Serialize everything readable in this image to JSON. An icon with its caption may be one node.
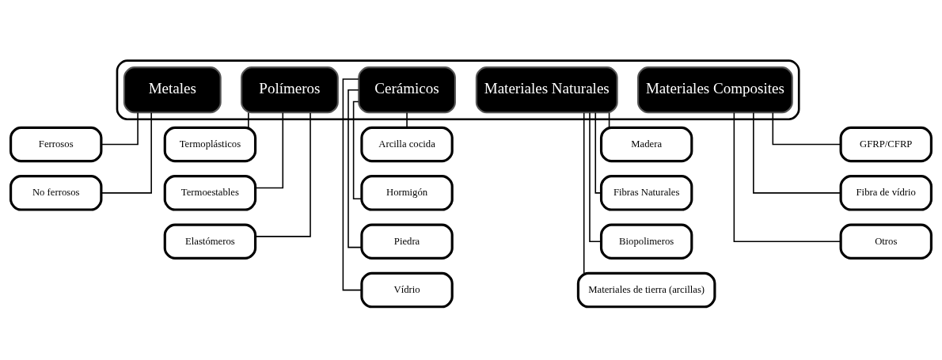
{
  "diagram": {
    "nodes": [
      {
        "text": [],
        "shape": "box"
      },
      {
        "text": [
          "Metales"
        ],
        "in": 0
      },
      {
        "text": [
          "Polímeros"
        ],
        "in": 0
      },
      {
        "text": [
          "Cerámicos"
        ],
        "in": 0
      },
      {
        "text": [
          "Materiales Naturales"
        ],
        "in": 0
      },
      {
        "text": [
          "Materiales Composites"
        ],
        "in": 0
      },
      {
        "text": [
          "Ferrosos"
        ]
      },
      {
        "text": [
          "No ferrosos"
        ]
      },
      {
        "text": [
          "Termoplásticos"
        ]
      },
      {
        "text": [
          "Termoestables"
        ]
      },
      {
        "text": [
          "Elastómeros"
        ]
      },
      {
        "text": [
          "Arcilla cocida"
        ]
      },
      {
        "text": [
          "Hormigón"
        ]
      },
      {
        "text": [
          "Piedra"
        ]
      },
      {
        "text": [
          "Vídrio"
        ]
      },
      {
        "text": [
          "Madera"
        ]
      },
      {
        "text": [
          "Fibras Naturales"
        ]
      },
      {
        "text": [
          "Biopolimeros"
        ]
      },
      {
        "text": [
          "Materiales de tierra (arcillas)"
        ]
      },
      {
        "text": [
          "GFRP/CFRP"
        ]
      },
      {
        "text": [
          "Fibra de vídrio"
        ]
      },
      {
        "text": [
          "Otros"
        ]
      }
    ],
    "edges": [
      {
        "from": 1,
        "to": 6,
        "arrow": "none"
      },
      {
        "from": 1,
        "to": 7,
        "arrow": "none"
      },
      {
        "from": 2,
        "to": 8,
        "arrow": "none"
      },
      {
        "from": 2,
        "to": 9,
        "arrow": "none"
      },
      {
        "from": 2,
        "to": 10,
        "arrow": "none"
      },
      {
        "from": 3,
        "to": 11,
        "arrow": "none"
      },
      {
        "from": 3,
        "to": 12,
        "arrow": "none"
      },
      {
        "from": 3,
        "to": 13,
        "arrow": "none"
      },
      {
        "from": 3,
        "to": 14,
        "arrow": "none"
      },
      {
        "from": 4,
        "to": 15,
        "arrow": "none"
      },
      {
        "from": 4,
        "to": 16,
        "arrow": "none"
      },
      {
        "from": 4,
        "to": 17,
        "arrow": "none"
      },
      {
        "from": 4,
        "to": 18,
        "arrow": "none"
      },
      {
        "from": 5,
        "to": 19,
        "arrow": "none"
      },
      {
        "from": 5,
        "to": 20,
        "arrow": "none"
      },
      {
        "from": 5,
        "to": 21,
        "arrow": "none"
      }
    ]
  }
}
